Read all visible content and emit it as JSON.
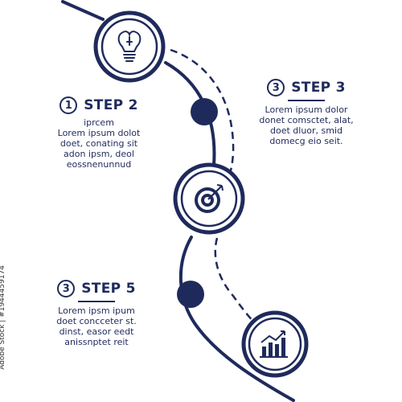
{
  "steps": [
    {
      "number": "1",
      "title": "STEP 2",
      "lines": [
        "iprcem",
        "Lorem ipsum dolot",
        "doet, conating sit",
        "adon ipsm, deol",
        "eossnenunnud"
      ]
    },
    {
      "number": "3",
      "title": "STEP 3",
      "lines": [
        "Lorem ipsum dolor",
        "donet comsctet, alat,",
        "doet   dluor, smid",
        "domecg eio seit."
      ]
    },
    {
      "number": "3",
      "title": "STEP 5",
      "lines": [
        "Lorem ipsm ipum",
        "doet  concceter st.",
        "dinst, easor eedt",
        "anissnptet reit"
      ]
    }
  ],
  "icons": {
    "top": "lightbulb-icon",
    "middle": "target-icon",
    "bottom": "growth-chart-icon"
  },
  "side_text": "Adobe Stock | #1944459174",
  "colors": {
    "primary": "#1f2a5c",
    "background": "#ffffff"
  }
}
